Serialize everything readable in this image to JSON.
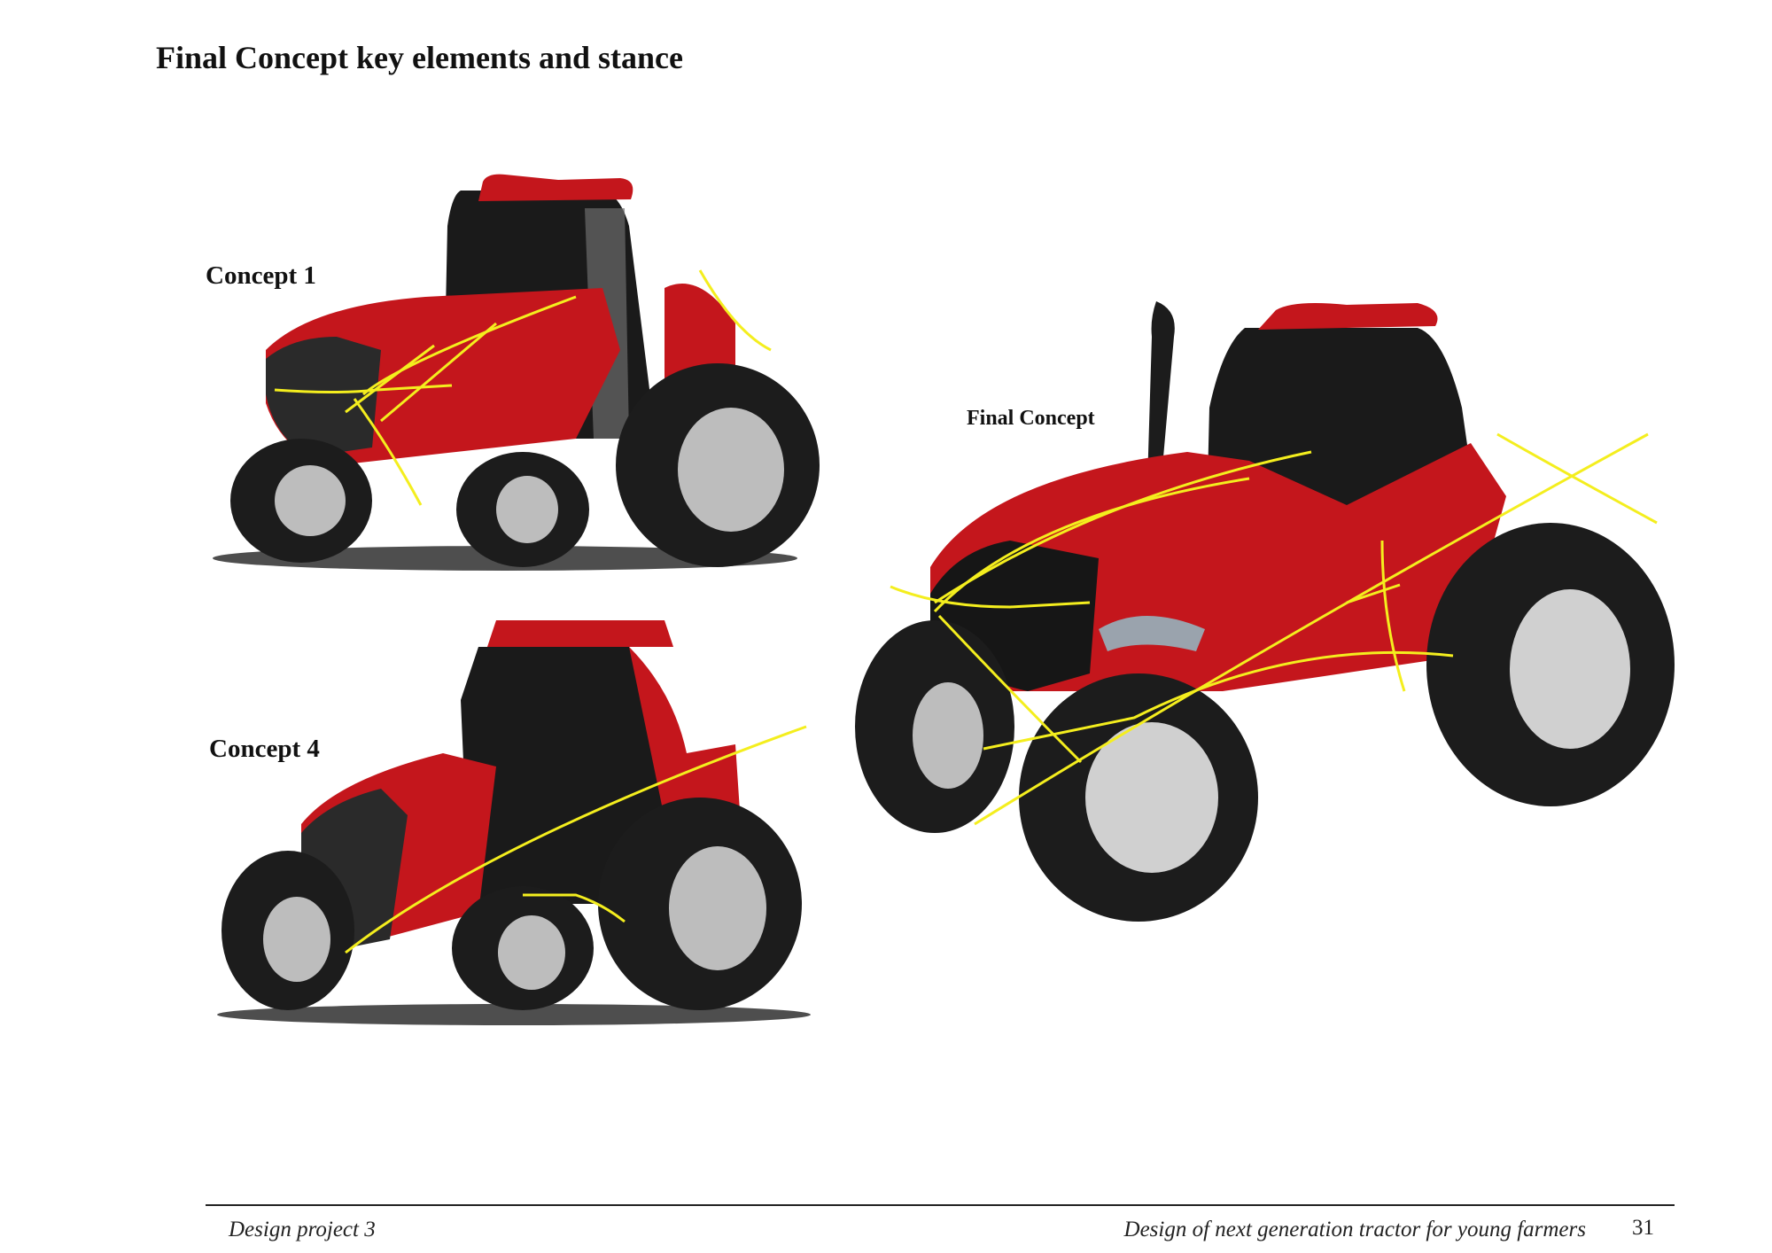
{
  "page": {
    "title": "Final Concept key elements and stance",
    "concepts": [
      {
        "label": "Concept 1"
      },
      {
        "label": "Concept 4"
      },
      {
        "label": "Final Concept"
      }
    ],
    "footer": {
      "left": "Design project 3",
      "right": "Design of next generation tractor for young farmers",
      "page_number": "31"
    }
  },
  "colors": {
    "body_red": "#c4161c",
    "cab_black": "#1a1a1a",
    "tyre_black": "#1c1c1c",
    "rim_grey": "#bdbdbd",
    "sketch_yellow": "#f4ee1e"
  }
}
